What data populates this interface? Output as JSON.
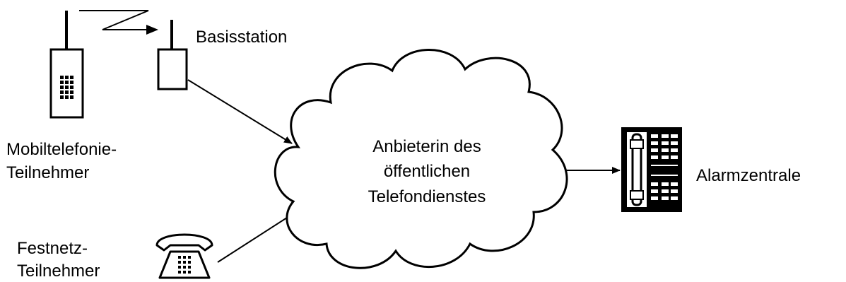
{
  "labels": {
    "base_station": "Basisstation",
    "mobile_subscriber_line1": "Mobiltelefonie-",
    "mobile_subscriber_line2": "Teilnehmer",
    "landline_subscriber_line1": "Festnetz-",
    "landline_subscriber_line2": "Teilnehmer",
    "provider_line1": "Anbieterin des",
    "provider_line2": "öffentlichen",
    "provider_line3": "Telefondienstes",
    "alarm_center": "Alarmzentrale"
  },
  "icons": {
    "mobile_phone": "mobile-phone-icon",
    "base_station": "base-station-icon",
    "wireless_link": "lightning-arrow-icon",
    "landline_phone": "rotary-phone-icon",
    "network": "cloud-icon",
    "alarm_center": "alarm-console-icon"
  },
  "colors": {
    "stroke": "#000000",
    "background": "#ffffff"
  }
}
